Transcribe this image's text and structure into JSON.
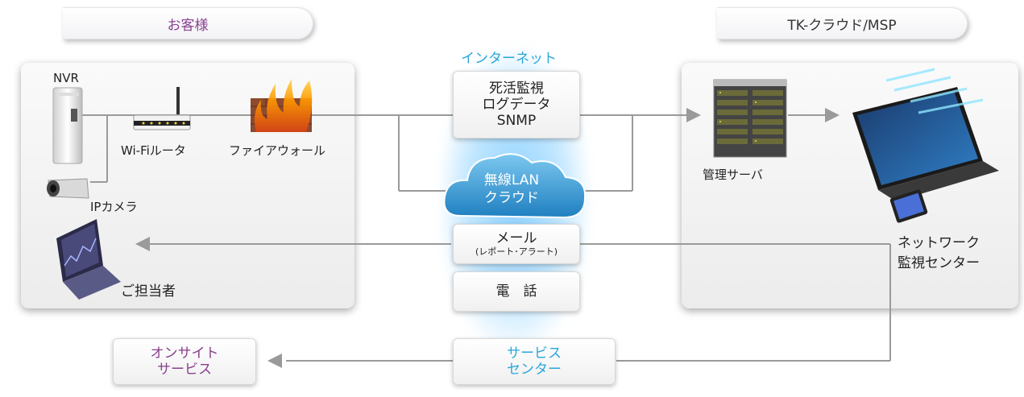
{
  "tabs": {
    "customer": "お客様",
    "cloud_msp": "TK-クラウド/MSP"
  },
  "internet_label": "インターネット",
  "customer_panel": {
    "nvr": "NVR",
    "router": "Wi-Fiルータ",
    "firewall": "ファイアウォール",
    "camera": "IPカメラ",
    "person_in_charge": "ご担当者"
  },
  "center_boxes": {
    "monitoring": [
      "死活監視",
      "ログデータ",
      "SNMP"
    ],
    "cloud": [
      "無線LAN",
      "クラウド"
    ],
    "mail": "メール",
    "mail_sub": "(レポート･アラート)",
    "phone": "電　話",
    "service_center": [
      "サービス",
      "センター"
    ]
  },
  "msp_panel": {
    "server": "管理サーバ",
    "noc": [
      "ネットワーク",
      "監視センター"
    ]
  },
  "onsite": [
    "オンサイト",
    "サービス"
  ],
  "colors": {
    "accent_blue": "#2aa7d9",
    "accent_purple": "#8a3f8f",
    "line_gray": "#9a9a9a"
  }
}
